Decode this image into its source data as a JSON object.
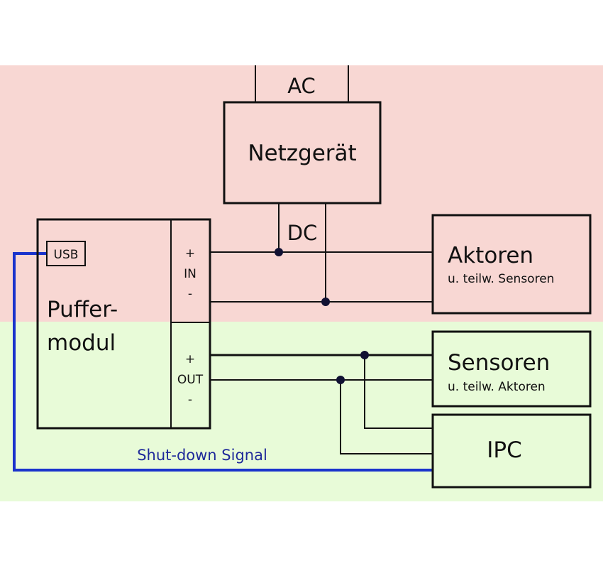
{
  "diagram": {
    "type": "block-wiring-diagram",
    "zones": [
      {
        "id": "ac-dc-zone",
        "color": "#f8d7d3"
      },
      {
        "id": "buffered-zone",
        "color": "#e8fbd8"
      }
    ],
    "colors": {
      "line": "#111111",
      "junction": "#111133",
      "signal": "#1a33cc",
      "signal_text": "#1f2a9a"
    },
    "blocks": {
      "netzgeraet": {
        "label": "Netzgerät"
      },
      "puffermodul": {
        "label_line1": "Puffer-",
        "label_line2": "modul",
        "usb_label": "USB"
      },
      "aktoren": {
        "label": "Aktoren",
        "sublabel": "u. teilw. Sensoren"
      },
      "sensoren": {
        "label": "Sensoren",
        "sublabel": "u. teilw. Aktoren"
      },
      "ipc": {
        "label": "IPC"
      }
    },
    "ports": {
      "in": {
        "plus": "+",
        "label": "IN",
        "minus": "-"
      },
      "out": {
        "plus": "+",
        "label": "OUT",
        "minus": "-"
      }
    },
    "labels": {
      "ac": "AC",
      "dc": "DC",
      "shutdown_signal": "Shut-down Signal"
    },
    "connections": [
      {
        "from": "AC",
        "to": "netzgeraet"
      },
      {
        "from": "netzgeraet DC+",
        "to": "IN +",
        "also": "aktoren"
      },
      {
        "from": "netzgeraet DC-",
        "to": "IN -",
        "also": "aktoren"
      },
      {
        "from": "OUT +",
        "to": "sensoren",
        "also": "ipc"
      },
      {
        "from": "OUT -",
        "to": "sensoren",
        "also": "ipc"
      },
      {
        "from": "USB",
        "to": "ipc",
        "signal": "Shut-down Signal"
      }
    ]
  }
}
